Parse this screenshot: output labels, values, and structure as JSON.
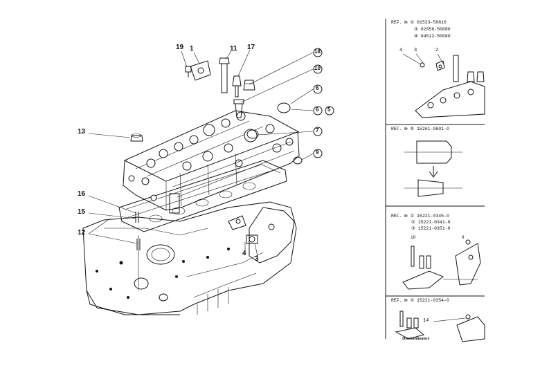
{
  "diagram": {
    "callouts": [
      "19",
      "1",
      "11",
      "17",
      "18",
      "10",
      "6",
      "5",
      "13",
      "7",
      "9",
      "16",
      "15",
      "12",
      "4",
      "3"
    ],
    "callout_6b": "6"
  },
  "panels": [
    {
      "title": "REF. № ①  01533-50816",
      "lines": [
        "③  02056-50080",
        "④  04512-50080"
      ],
      "callouts": [
        "4",
        "3",
        "2"
      ]
    },
    {
      "title": "REF. № ⑤  15261-9601-0",
      "lines": [],
      "callouts": []
    },
    {
      "title": "REF. № ①  15221-0345-0",
      "lines": [
        "②  15221-0341-0",
        "③  15221-0351-0"
      ],
      "callouts": [
        "18",
        "9"
      ]
    },
    {
      "title": "REF. № ①  15221-0354-0",
      "lines": [],
      "callouts": [
        "14"
      ],
      "note": "Discontinuance"
    }
  ]
}
